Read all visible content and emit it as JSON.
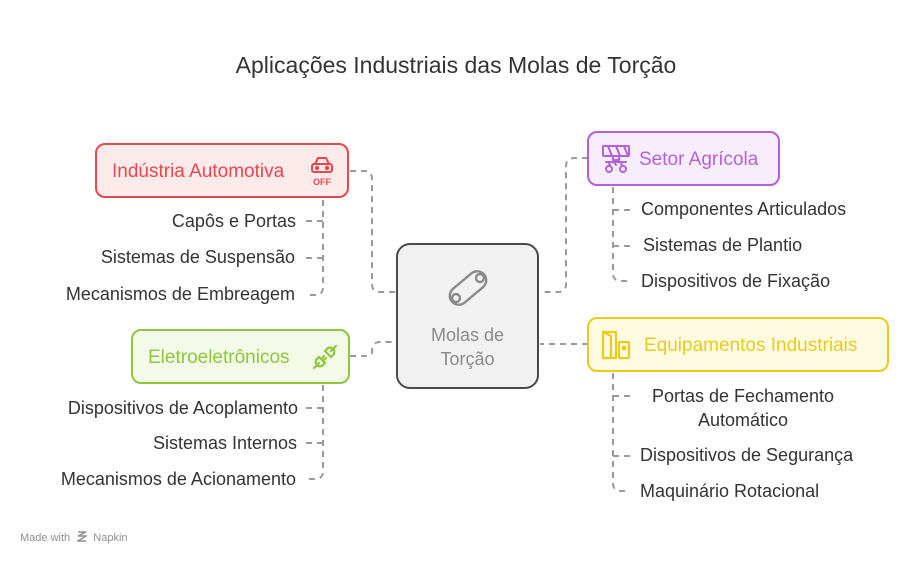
{
  "title": "Aplicações Industriais das Molas de Torção",
  "center": {
    "line1": "Molas de",
    "line2": "Torção",
    "icon": "chain-link-icon"
  },
  "categories": {
    "automotive": {
      "label": "Indústria Automotiva",
      "icon": "car-off-icon",
      "icon_badge": "OFF",
      "color": "#e5484d",
      "fill": "#fdeaea",
      "items": [
        "Capôs e Portas",
        "Sistemas de Suspensão",
        "Mecanismos de Embreagem"
      ]
    },
    "electronics": {
      "label": "Eletroeletrônicos",
      "icon": "plug-icon",
      "color": "#8dc63f",
      "fill": "#f3fae8",
      "items": [
        "Dispositivos de Acoplamento",
        "Sistemas Internos",
        "Mecanismos de Acionamento"
      ]
    },
    "agriculture": {
      "label": "Setor Agrícola",
      "icon": "harvester-icon",
      "color": "#b65fd8",
      "fill": "#f7eefc",
      "items": [
        "Componentes Articulados",
        "Sistemas de Plantio",
        "Dispositivos de Fixação"
      ]
    },
    "industrial": {
      "label": "Equipamentos Industriais",
      "icon": "door-device-icon",
      "color": "#e8cc1d",
      "fill": "#fefbe3",
      "items": [
        "Portas de Fechamento Automático",
        "Dispositivos de Segurança",
        "Maquinário Rotacional"
      ]
    }
  },
  "footer": {
    "made_with": "Made with",
    "brand": "Napkin"
  }
}
